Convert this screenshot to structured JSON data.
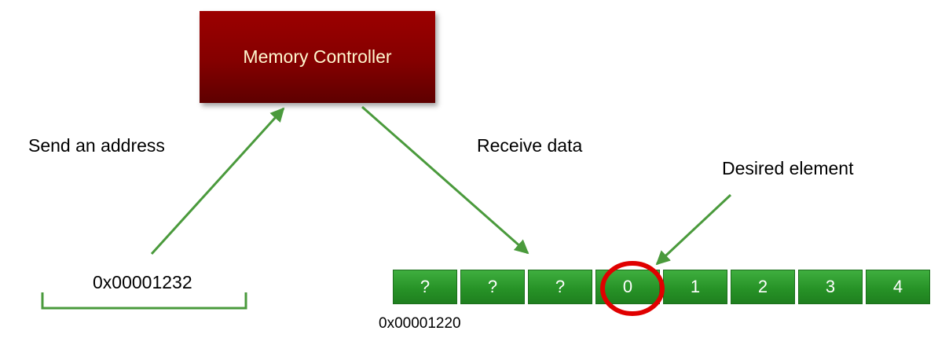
{
  "controller": {
    "label": "Memory Controller"
  },
  "labels": {
    "send": "Send an address",
    "receive": "Receive data",
    "desired": "Desired element",
    "address": "0x00001232",
    "base_address": "0x00001220"
  },
  "cells": [
    "?",
    "?",
    "?",
    "0",
    "1",
    "2",
    "3",
    "4"
  ],
  "highlighted_cell_index": 3,
  "colors": {
    "controller": "#8b0000",
    "controller_text": "#fff7cf",
    "cell": "#2e9a2e",
    "arrow": "#4a9a3c",
    "highlight": "#e00000"
  }
}
